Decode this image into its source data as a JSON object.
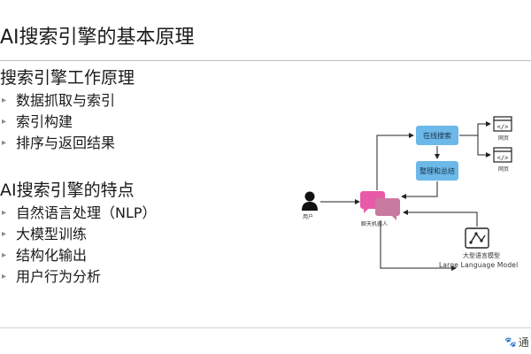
{
  "slide": {
    "title": "AI搜索引擎的基本原理"
  },
  "sections": [
    {
      "heading": "搜索引擎工作原理",
      "items": [
        "数据抓取与索引",
        "索引构建",
        "排序与返回结果"
      ]
    },
    {
      "heading": "AI搜索引擎的特点",
      "items": [
        "自然语言处理（NLP）",
        "大模型训练",
        "结构化输出",
        "用户行为分析"
      ]
    }
  ],
  "diagram": {
    "user_label": "用户",
    "chatbot_label": "聊天机器人",
    "online_search_label": "在线搜索",
    "summarize_label": "整理和总结",
    "webpage_label": "网页",
    "webpage_label_2": "网页",
    "llm_label_cn": "大型语言模型",
    "llm_label_en": "Large Language Model",
    "colors": {
      "box_fill": "#6cb8e8",
      "chat_pink": "#e85aa8",
      "chat_mauve": "#c97aa0"
    }
  },
  "footer": {
    "brand": "通",
    "logo_icon": "paw-icon"
  }
}
